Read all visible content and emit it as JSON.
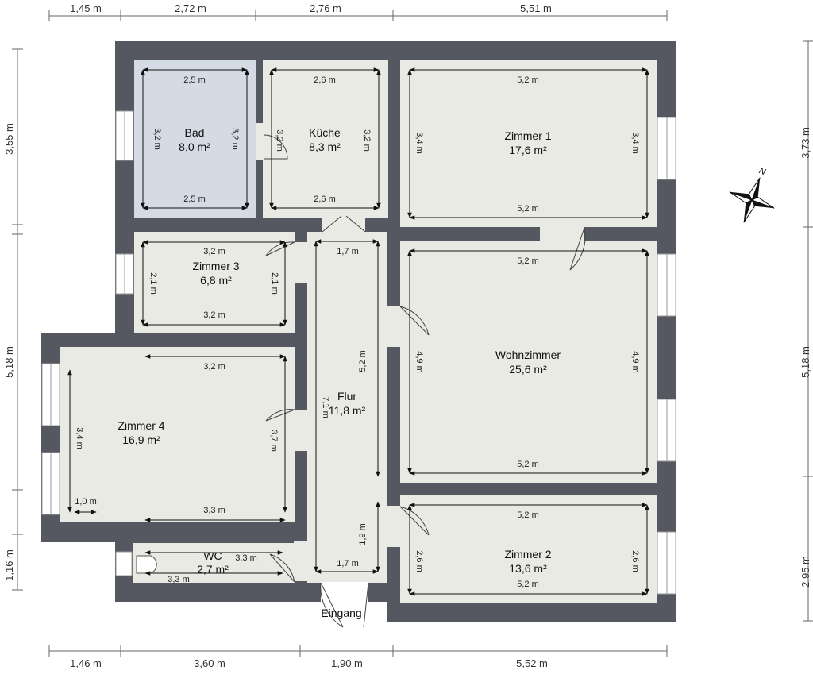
{
  "colors": {
    "wall": "#555860",
    "floor": "#e9eae3",
    "bath": "#d5dbe4",
    "window": "#ffffff",
    "dim_line": "#111111",
    "ext_line": "#666666"
  },
  "dims_top": [
    "1,45 m",
    "2,72 m",
    "2,76 m",
    "5,51 m"
  ],
  "dims_bottom": [
    "1,46 m",
    "3,60 m",
    "1,90 m",
    "5,52 m"
  ],
  "dims_left": [
    "3,55 m",
    "5,18 m",
    "1,16 m"
  ],
  "dims_right": [
    "3,73 m",
    "5,18 m",
    "2,95 m"
  ],
  "rooms": {
    "bad": {
      "name": "Bad",
      "area": "8,0 m²",
      "top": "2,5 m",
      "bottom": "2,5 m",
      "left": "3,2 m",
      "right": "3,2 m"
    },
    "kueche": {
      "name": "Küche",
      "area": "8,3 m²",
      "top": "2,6 m",
      "bottom": "2,6 m",
      "left": "3,2 m",
      "right": "3,2 m"
    },
    "zimmer1": {
      "name": "Zimmer 1",
      "area": "17,6 m²",
      "top": "5,2 m",
      "bottom": "5,2 m",
      "left": "3,4 m",
      "right": "3,4 m"
    },
    "zimmer3": {
      "name": "Zimmer 3",
      "area": "6,8 m²",
      "top": "3,2 m",
      "bottom": "3,2 m",
      "left": "2,1 m",
      "right": "2,1 m"
    },
    "wohn": {
      "name": "Wohnzimmer",
      "area": "25,6 m²",
      "top": "5,2 m",
      "bottom": "5,2 m",
      "left": "4,9 m",
      "right": "4,9 m"
    },
    "zimmer4": {
      "name": "Zimmer 4",
      "area": "16,9 m²",
      "top": "3,2 m",
      "bottom": "3,3 m",
      "left": "3,4 m",
      "right": "3,7 m",
      "small": "1,0 m"
    },
    "flur": {
      "name": "Flur",
      "area": "11,8 m²",
      "top": "1,7 m",
      "bottom": "1,7 m",
      "long": "7,1 m",
      "mid": "5,2 m",
      "lower": "1,9 m"
    },
    "zimmer2": {
      "name": "Zimmer 2",
      "area": "13,6 m²",
      "top": "5,2 m",
      "bottom": "5,2 m",
      "left": "2,6 m",
      "right": "2,6 m"
    },
    "wc": {
      "name": "WC",
      "area": "2,7 m²",
      "top": "3,3 m",
      "bottom": "3,3 m"
    }
  },
  "entrance": "Eingang",
  "compass": "N"
}
